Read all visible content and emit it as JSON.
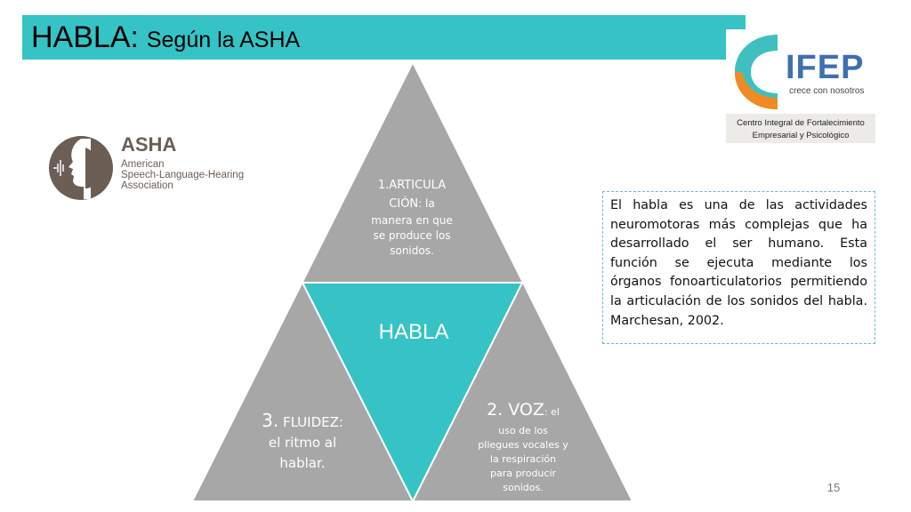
{
  "title": {
    "main": "HABLA:",
    "sub": "Según la ASHA"
  },
  "colors": {
    "teal": "#35c3c6",
    "grey": "#a7a7a8",
    "asha_brown": "#6b5e55",
    "ifep_blue": "#3f6fb0",
    "ifep_orange": "#f08a24"
  },
  "diagram": {
    "top": {
      "label_line1": "1.ARTICULA",
      "label_line2": "CIÓN",
      "desc_line2": ": la",
      "desc_line3": "manera en que",
      "desc_line4": "se produce los",
      "desc_line5": "sonidos."
    },
    "center": {
      "label": "HABLA"
    },
    "left": {
      "number": "3.",
      "label": "FLUIDEZ:",
      "desc_line1": "el ritmo al",
      "desc_line2": "hablar."
    },
    "right": {
      "number": "2. VOZ",
      "desc_inline": ": el",
      "desc_line1": "uso de los",
      "desc_line2": "pliegues vocales y",
      "desc_line3": "la respiración",
      "desc_line4": "para producir",
      "desc_line5": "sonidos."
    }
  },
  "info_box": {
    "text": "El habla es una de las actividades neuromotoras más complejas que ha desarrollado el ser humano. Esta función se ejecuta mediante los órganos fonoarticulatorios permitiendo la articulación de los sonidos del habla. Marchesan, 2002."
  },
  "asha_logo": {
    "name": "ASHA",
    "line1": "American",
    "line2": "Speech-Language-Hearing",
    "line3": "Association"
  },
  "ifep_logo": {
    "word": "IFEP",
    "tagline": "crece con nosotros",
    "line1": "Centro Integral de Fortalecimiento",
    "line2": "Empresarial y Psicológico"
  },
  "slide_number": "15"
}
